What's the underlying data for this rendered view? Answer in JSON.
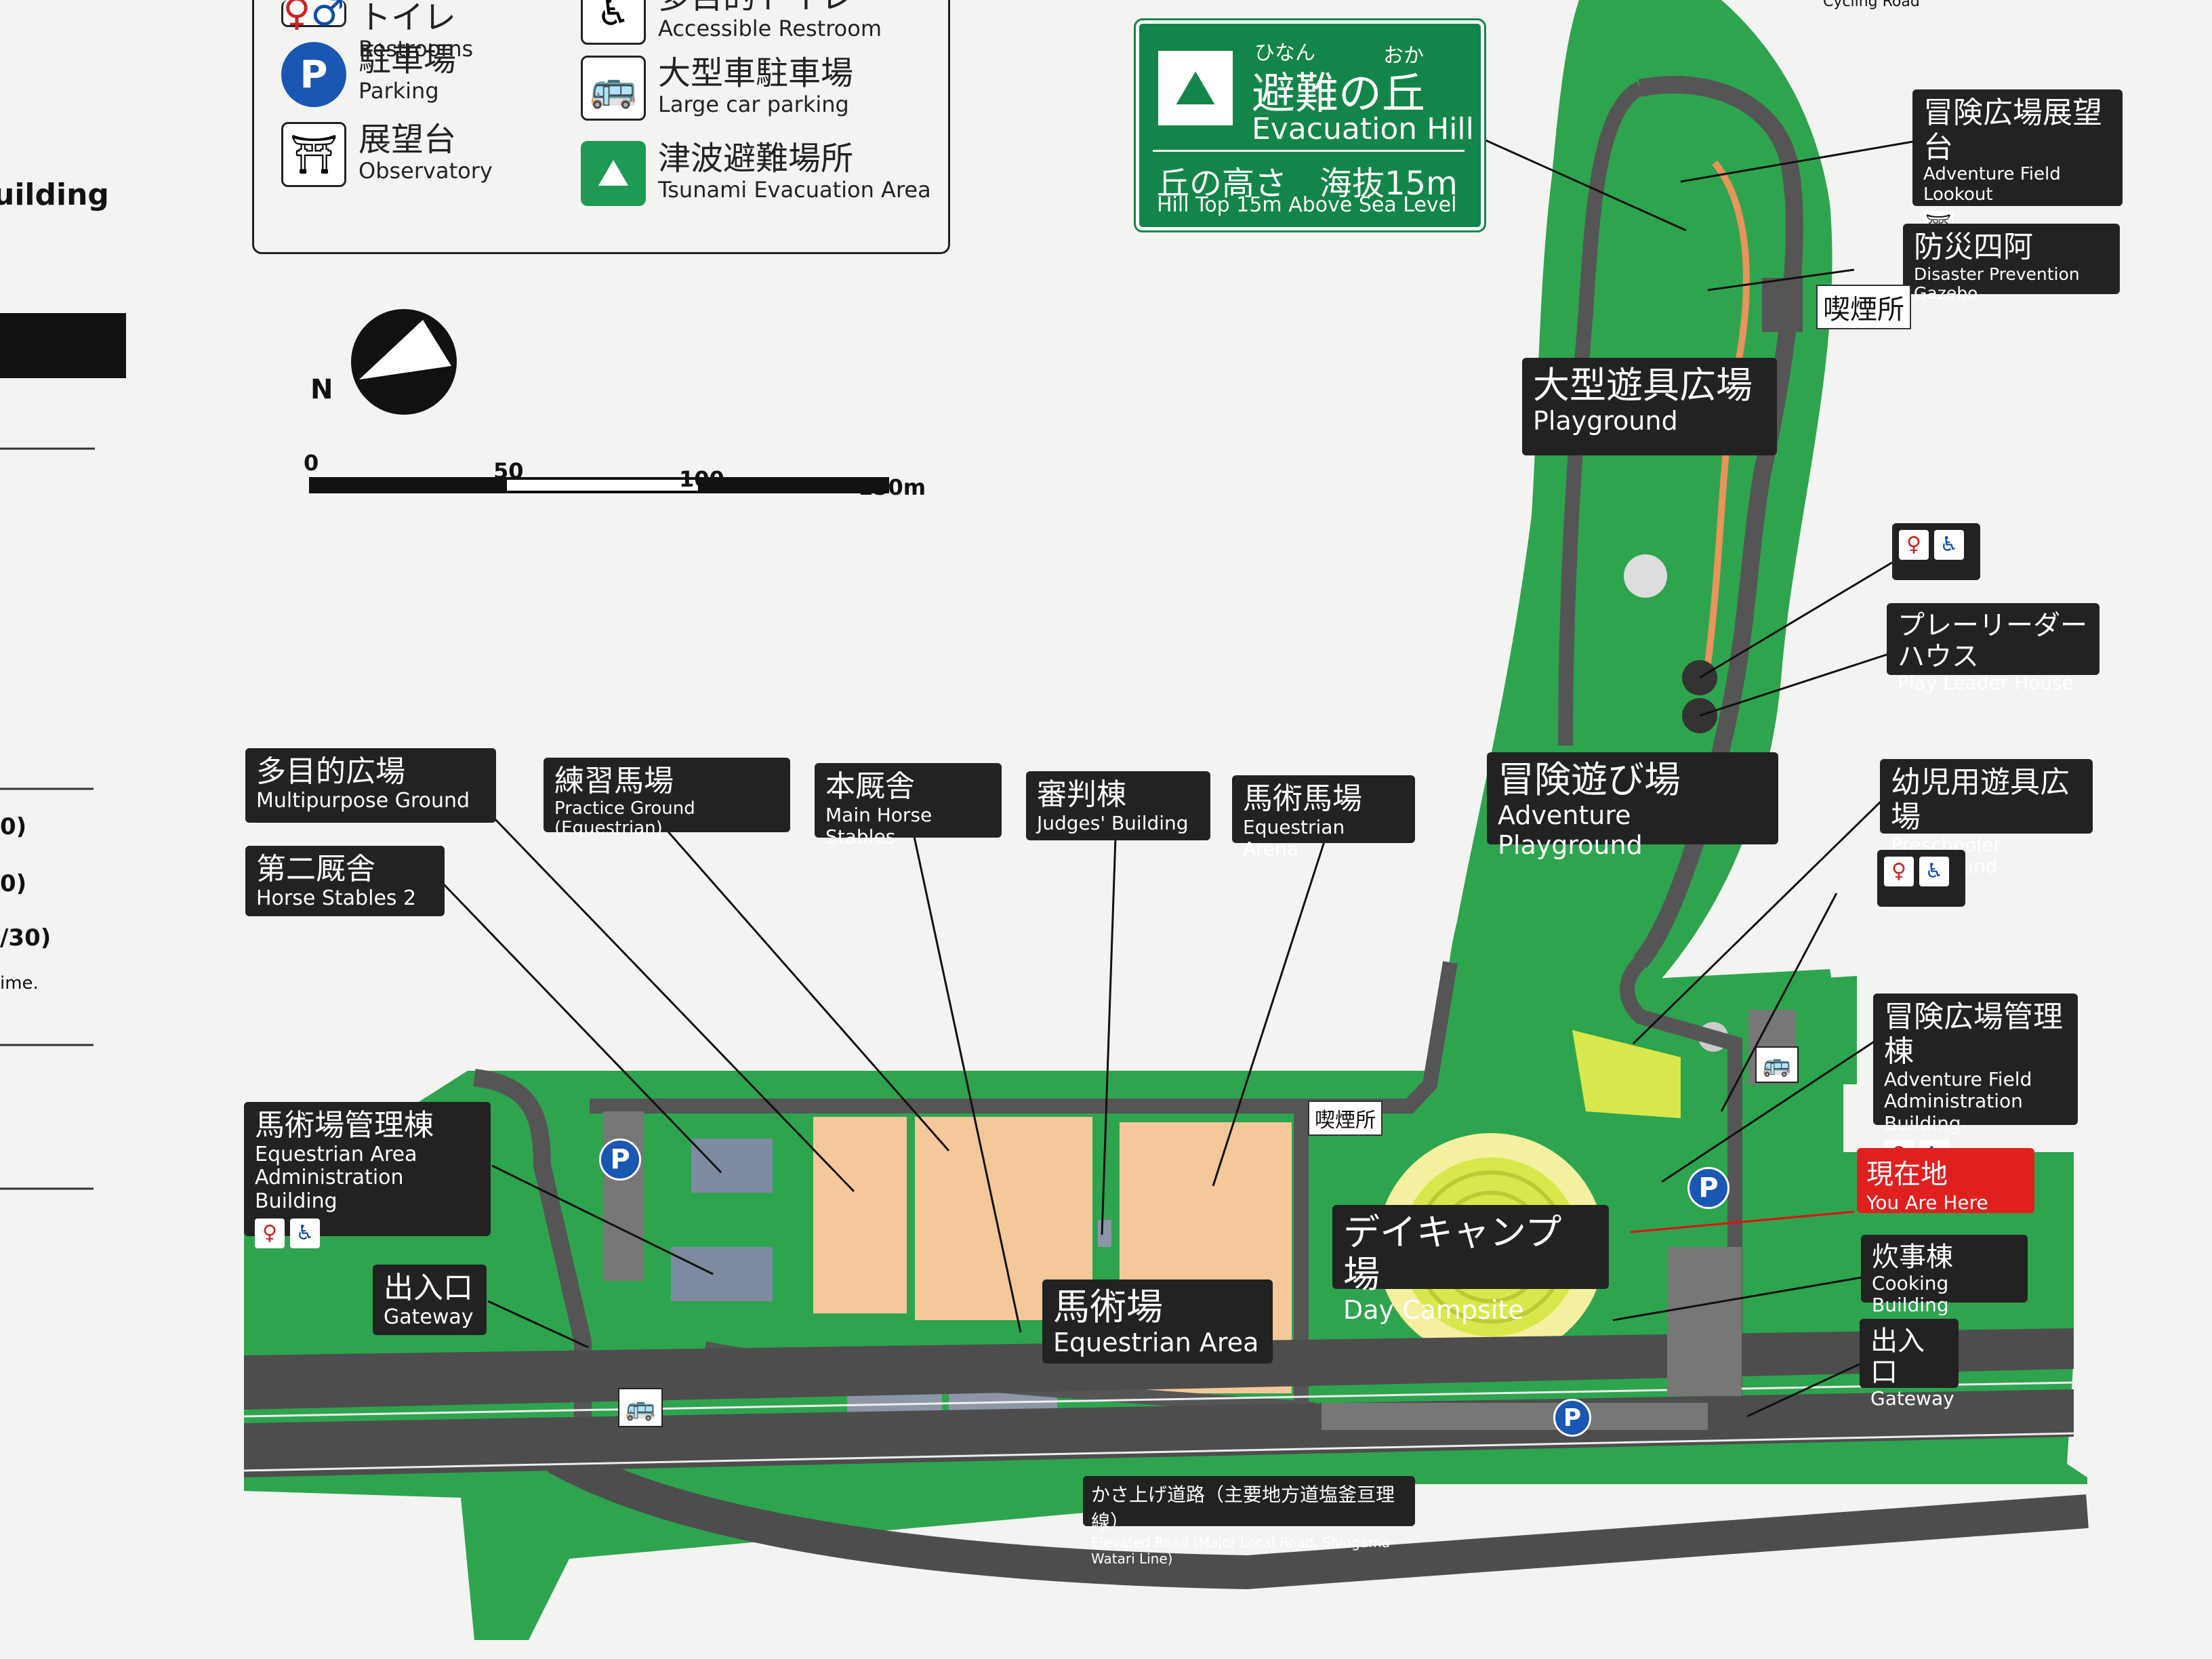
{
  "legend": {
    "items": [
      {
        "jp": "トイレ",
        "en": "Restrooms"
      },
      {
        "jp": "駐車場",
        "en": "Parking"
      },
      {
        "jp": "展望台",
        "en": "Observatory"
      },
      {
        "jp": "多目的トイレ",
        "en": "Accessible Restroom"
      },
      {
        "jp": "大型車駐車場",
        "en": "Large car parking"
      },
      {
        "jp": "津波避難場所",
        "en": "Tsunami Evacuation Area"
      }
    ]
  },
  "left_panel": {
    "building": "uilding",
    "lines": [
      "0)",
      "0)",
      "/30)",
      "ime."
    ]
  },
  "top_right_text": "Cycling Road",
  "north_label": "N",
  "scale": {
    "ticks": [
      "0",
      "50",
      "100",
      "150m"
    ]
  },
  "evacuation_sign": {
    "ruby_hinan": "ひなん",
    "ruby_oka": "おか",
    "title_jp": "避難の丘",
    "title_en": "Evacuation Hill",
    "height_jp": "丘の高さ　海抜15m",
    "height_en": "Hill Top 15m Above Sea Level"
  },
  "labels": {
    "lookout": {
      "jp": "冒険広場展望台",
      "en": "Adventure Field Lookout"
    },
    "gazebo": {
      "jp": "防災四阿",
      "en": "Disaster Prevention Gazebo"
    },
    "smoking": "喫煙所",
    "playground": {
      "jp": "大型遊具広場",
      "en": "Playground"
    },
    "play_leader": {
      "jp": "プレーリーダーハウス",
      "en": "Play Leader House"
    },
    "adventure_playground": {
      "jp": "冒険遊び場",
      "en": "Adventure Playground"
    },
    "preschooler": {
      "jp": "幼児用遊具広場",
      "en": "Preschooler Playground"
    },
    "adventure_admin": {
      "jp": "冒険広場管理棟",
      "en_1": "Adventure Field",
      "en_2": "Administration Building"
    },
    "you_are_here": {
      "jp": "現在地",
      "en": "You Are Here"
    },
    "cooking": {
      "jp": "炊事棟",
      "en": "Cooking Building"
    },
    "gateway": {
      "jp": "出入口",
      "en": "Gateway"
    },
    "day_campsite": {
      "jp": "デイキャンプ場",
      "en": "Day Campsite"
    },
    "multipurpose": {
      "jp": "多目的広場",
      "en": "Multipurpose Ground"
    },
    "practice": {
      "jp": "練習馬場",
      "en": "Practice Ground (Equestrian)"
    },
    "main_stables": {
      "jp": "本厩舎",
      "en": "Main Horse Stables"
    },
    "judges": {
      "jp": "審判棟",
      "en": "Judges' Building"
    },
    "arena": {
      "jp": "馬術馬場",
      "en": "Equestrian Arena"
    },
    "stables2": {
      "jp": "第二厩舎",
      "en": "Horse Stables 2"
    },
    "equestrian_admin": {
      "jp": "馬術場管理棟",
      "en_1": "Equestrian Area",
      "en_2": "Administration Building"
    },
    "equestrian_area": {
      "jp": "馬術場",
      "en": "Equestrian Area"
    },
    "elevated_road": {
      "jp": "かさ上げ道路（主要地方道塩釜亘理線）",
      "en": "Elevated Road (Major Local Road, Shiogama-Watari Line)"
    }
  },
  "colors": {
    "park_green": "#2ea44f",
    "road_gray": "#555555",
    "arena_sand": "#f4c89b",
    "evacuation_green": "#14854a",
    "you_are_here_red": "#e01f1f",
    "parking_blue": "#1a57b3"
  }
}
